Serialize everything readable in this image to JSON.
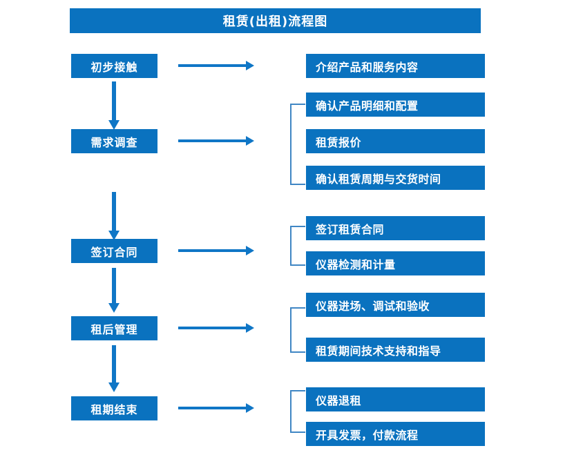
{
  "diagram": {
    "title": "租赁(出租)流程图",
    "colors": {
      "box_fill": "#0a72bf",
      "box_text": "#ffffff",
      "arrow": "#0f76c6",
      "bracket": "#3f86c4",
      "background": "#ffffff"
    },
    "stages": [
      {
        "id": "stage-1",
        "label": "初步接触",
        "arrow_icon": "arrow-right-icon",
        "has_down_arrow": true,
        "bracket": false,
        "details": [
          {
            "id": "detail-1-1",
            "label": "介绍产品和服务内容"
          }
        ]
      },
      {
        "id": "stage-2",
        "label": "需求调查",
        "arrow_icon": "arrow-right-icon",
        "has_down_arrow": true,
        "bracket": true,
        "details": [
          {
            "id": "detail-2-1",
            "label": "确认产品明细和配置"
          },
          {
            "id": "detail-2-2",
            "label": "租赁报价"
          },
          {
            "id": "detail-2-3",
            "label": "确认租赁周期与交货时间"
          }
        ]
      },
      {
        "id": "stage-3",
        "label": "签订合同",
        "arrow_icon": "arrow-right-icon",
        "has_down_arrow": true,
        "bracket": true,
        "details": [
          {
            "id": "detail-3-1",
            "label": "签订租赁合同"
          },
          {
            "id": "detail-3-2",
            "label": "仪器检测和计量"
          }
        ]
      },
      {
        "id": "stage-4",
        "label": "租后管理",
        "arrow_icon": "arrow-right-icon",
        "has_down_arrow": true,
        "bracket": true,
        "details": [
          {
            "id": "detail-4-1",
            "label": "仪器进场、调试和验收"
          },
          {
            "id": "detail-4-2",
            "label": "租赁期间技术支持和指导"
          }
        ]
      },
      {
        "id": "stage-5",
        "label": "租期结束",
        "arrow_icon": "arrow-right-icon",
        "has_down_arrow": false,
        "bracket": true,
        "details": [
          {
            "id": "detail-5-1",
            "label": "仪器退租"
          },
          {
            "id": "detail-5-2",
            "label": "开具发票，付款流程"
          }
        ]
      }
    ]
  }
}
